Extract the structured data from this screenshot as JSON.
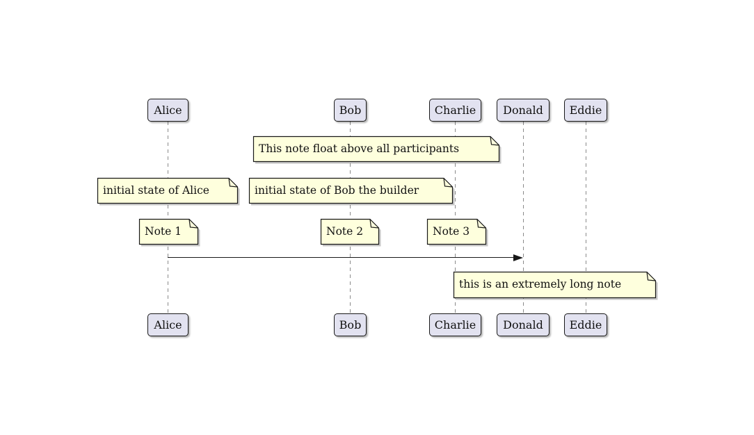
{
  "diagram": {
    "kind": "sequence-diagram",
    "participants": [
      {
        "name": "Alice"
      },
      {
        "name": "Bob"
      },
      {
        "name": "Charlie"
      },
      {
        "name": "Donald"
      },
      {
        "name": "Eddie"
      }
    ],
    "notes": [
      {
        "text": "This note float above all participants"
      },
      {
        "text": "initial state of Alice"
      },
      {
        "text": "initial state of Bob the builder"
      },
      {
        "text": "Note 1"
      },
      {
        "text": "Note 2"
      },
      {
        "text": "Note 3"
      },
      {
        "text": "this is an extremely long note"
      }
    ],
    "messages": [
      {
        "from": "Alice",
        "to": "Donald",
        "label": ""
      }
    ]
  },
  "colors": {
    "background": "#FFFFFF",
    "participant_fill": "#E2E2F0",
    "participant_border": "#181818",
    "note_fill": "#FEFFDD",
    "note_border": "#181818",
    "lifeline": "#8A8A8A",
    "arrow": "#181818",
    "text": "#111111"
  }
}
